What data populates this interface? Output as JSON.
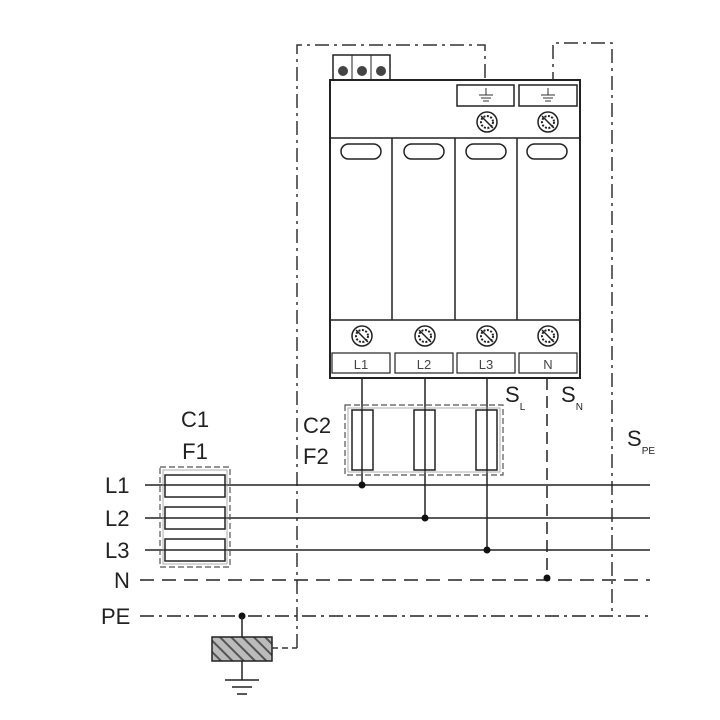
{
  "module": {
    "terminals": [
      "L1",
      "L2",
      "L3",
      "N"
    ]
  },
  "lines": [
    "L1",
    "L2",
    "L3",
    "N",
    "PE"
  ],
  "c1": {
    "line1": "C1",
    "line2": "F1"
  },
  "c2": {
    "line1": "C2",
    "line2": "F2"
  },
  "s_labels": [
    {
      "main": "S",
      "sub": "L"
    },
    {
      "main": "S",
      "sub": "N"
    },
    {
      "main": "S",
      "sub": "PE"
    }
  ],
  "colors": {
    "stroke": "#222222",
    "module_fill": "#ffffff"
  }
}
